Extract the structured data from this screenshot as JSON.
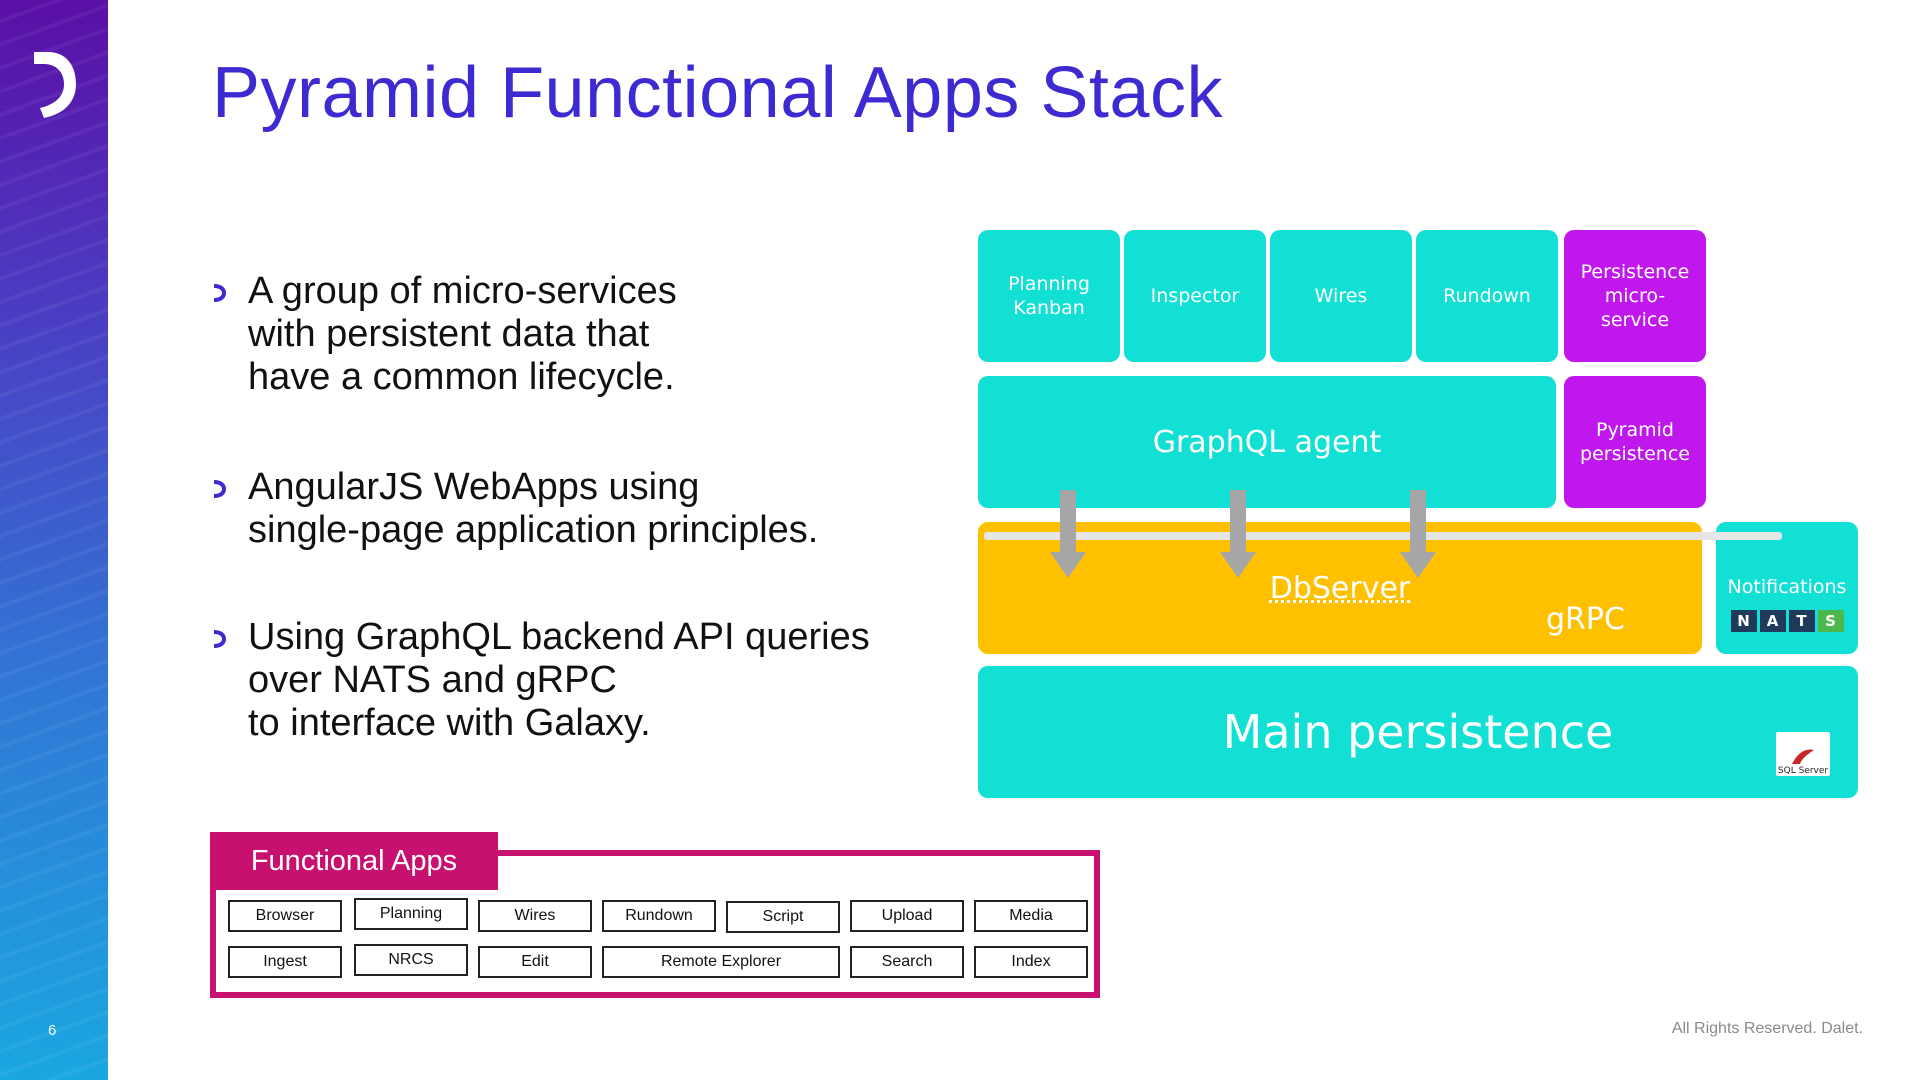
{
  "page": {
    "number": "6",
    "title": "Pyramid Functional Apps Stack",
    "footer": "All Rights Reserved. Dalet."
  },
  "bullets": [
    {
      "lines": [
        "A group of micro-services",
        "with persistent data that",
        "have a common lifecycle."
      ]
    },
    {
      "lines": [
        "AngularJS WebApps using",
        "single-page application principles."
      ]
    },
    {
      "lines": [
        "Using GraphQL backend API queries",
        "over NATS and gRPC",
        "to interface with Galaxy."
      ]
    }
  ],
  "diagram": {
    "top_row": [
      {
        "lines": [
          "Planning",
          "Kanban"
        ]
      },
      {
        "lines": [
          "Inspector"
        ]
      },
      {
        "lines": [
          "Wires"
        ]
      },
      {
        "lines": [
          "Rundown"
        ]
      },
      {
        "lines": [
          "Persistence",
          "micro-",
          "service"
        ]
      }
    ],
    "graphql": "GraphQL agent",
    "pyramid_persistence": [
      "Pyramid",
      "persistence"
    ],
    "dbserver": "DbServer",
    "grpc": "gRPC",
    "notifications": "Notifications",
    "nats_letters": [
      "N",
      "A",
      "T",
      "S"
    ],
    "main_persistence": "Main persistence",
    "sql_server_logo": "SQL Server",
    "colors": {
      "teal": "#12e0d4",
      "purple": "#c018ec",
      "amber": "#ffc000",
      "arrow": "#a6a6a6"
    }
  },
  "functional_apps": {
    "title": "Functional Apps",
    "row1": [
      "Browser",
      "Planning",
      "Wires",
      "Rundown",
      "Script",
      "Upload",
      "Media"
    ],
    "row2": [
      "Ingest",
      "NRCS",
      "Edit",
      "Remote Explorer",
      "Search",
      "Index"
    ]
  },
  "colors": {
    "title": "#3d2ad0",
    "magenta": "#c8106e"
  }
}
